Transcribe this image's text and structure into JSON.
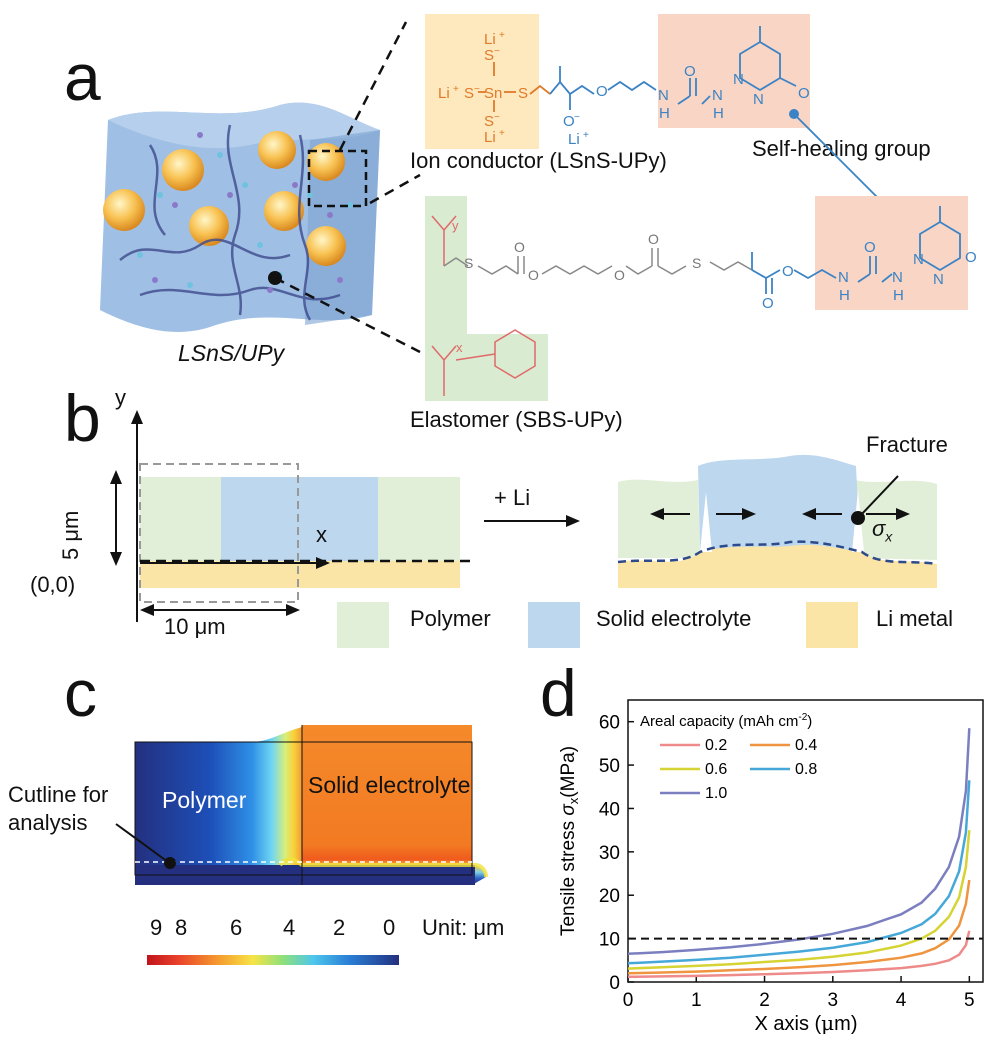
{
  "panel_labels": {
    "a": "a",
    "b": "b",
    "c": "c",
    "d": "d"
  },
  "panel_a": {
    "material_label": "LSnS/UPy",
    "ion_conductor_label": "Ion conductor (LSnS-UPy)",
    "self_healing_label": "Self-healing group",
    "elastomer_label": "Elastomer (SBS-UPy)",
    "li_plus": "Li",
    "s_minus": "S",
    "sn": "Sn",
    "upy_atoms": {
      "N": "N",
      "H": "H",
      "O": "O"
    },
    "colors": {
      "ion_box": "#fde9bd",
      "upy_box": "#f9d5c6",
      "elastomer_box": "#d9ebd1",
      "ion_text": "#e07a2a",
      "upy_text": "#3b83c4"
    }
  },
  "panel_b": {
    "y_axis": "y",
    "x_axis": "x",
    "height_label": "5 μm",
    "width_label": "10 μm",
    "origin_label": "(0,0)",
    "arrow_label": "+ Li",
    "fracture_label": "Fracture",
    "sigma_label": "σ",
    "sigma_sub": "x",
    "legend": [
      {
        "label": "Polymer",
        "color": "#e1efd9"
      },
      {
        "label": "Solid electrolyte",
        "color": "#bcd7ee"
      },
      {
        "label": "Li metal",
        "color": "#fae4a6"
      }
    ]
  },
  "panel_c": {
    "polymer_label": "Polymer",
    "electrolyte_label": "Solid electrolyte",
    "cutline_label_1": "Cutline for",
    "cutline_label_2": "analysis",
    "scale_ticks": [
      "9",
      "8",
      "6",
      "4",
      "2",
      "0"
    ],
    "unit_label": "Unit: μm"
  },
  "chart_data": {
    "type": "line",
    "xlabel": "X axis (μm)",
    "ylabel": "Tensile stress σx(MPa)",
    "xlim": [
      0,
      5.2
    ],
    "ylim": [
      0,
      65
    ],
    "xticks": [
      0,
      1,
      2,
      3,
      4,
      5
    ],
    "yticks": [
      0,
      10,
      20,
      30,
      40,
      50,
      60
    ],
    "legend_title": "Areal capacity (mAh cm",
    "legend_title_sup": "-2",
    "legend_title_end": ")",
    "legend_placement": "top-left",
    "reference_line": {
      "y": 10,
      "style": "dashed"
    },
    "series": [
      {
        "name": "0.2",
        "color": "#ee8a8a",
        "x": [
          0,
          0.5,
          1,
          1.5,
          2,
          2.5,
          3,
          3.5,
          4,
          4.3,
          4.5,
          4.7,
          4.85,
          4.95,
          5.0
        ],
        "y": [
          1.2,
          1.3,
          1.4,
          1.6,
          1.8,
          2.0,
          2.3,
          2.7,
          3.2,
          3.7,
          4.2,
          5.0,
          6.3,
          8.5,
          11.8
        ]
      },
      {
        "name": "0.4",
        "color": "#ef9540",
        "x": [
          0,
          0.5,
          1,
          1.5,
          2,
          2.5,
          3,
          3.5,
          4,
          4.3,
          4.5,
          4.7,
          4.85,
          4.95,
          5.0
        ],
        "y": [
          2.0,
          2.2,
          2.4,
          2.7,
          3.0,
          3.4,
          3.9,
          4.6,
          5.6,
          6.6,
          7.8,
          9.8,
          13.0,
          18.0,
          23.5
        ]
      },
      {
        "name": "0.6",
        "color": "#d6d334",
        "x": [
          0,
          0.5,
          1,
          1.5,
          2,
          2.5,
          3,
          3.5,
          4,
          4.3,
          4.5,
          4.7,
          4.85,
          4.95,
          5.0
        ],
        "y": [
          3.1,
          3.4,
          3.7,
          4.1,
          4.6,
          5.1,
          5.8,
          6.8,
          8.4,
          10.0,
          11.8,
          15.0,
          19.5,
          26.5,
          35.0
        ]
      },
      {
        "name": "0.8",
        "color": "#46a8d8",
        "x": [
          0,
          0.5,
          1,
          1.5,
          2,
          2.5,
          3,
          3.5,
          4,
          4.3,
          4.5,
          4.7,
          4.85,
          4.95,
          5.0
        ],
        "y": [
          4.3,
          4.7,
          5.1,
          5.6,
          6.3,
          7.0,
          7.9,
          9.2,
          11.3,
          13.3,
          15.7,
          19.8,
          25.5,
          34.5,
          46.5
        ]
      },
      {
        "name": "1.0",
        "color": "#7b7fbf",
        "x": [
          0,
          0.5,
          1,
          1.5,
          2,
          2.5,
          3,
          3.5,
          4,
          4.3,
          4.5,
          4.7,
          4.85,
          4.95,
          5.0
        ],
        "y": [
          6.5,
          6.9,
          7.4,
          8.0,
          8.8,
          9.8,
          11.1,
          12.9,
          15.6,
          18.3,
          21.5,
          26.5,
          33.5,
          44.0,
          58.5
        ]
      }
    ]
  }
}
